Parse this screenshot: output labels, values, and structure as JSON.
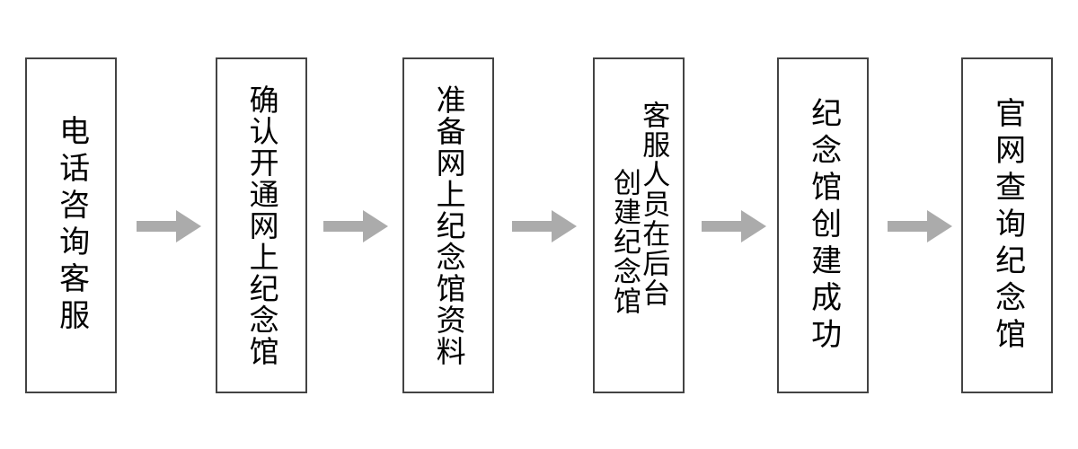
{
  "diagram": {
    "type": "flowchart",
    "orientation": "left-to-right",
    "title": "",
    "background_color": "#ffffff",
    "node_border_color": "#434343",
    "node_fill_color": "#ffffff",
    "arrow_color": "#ababab",
    "text_color": "#000000",
    "text_direction": "vertical-rl",
    "nodes": [
      {
        "id": "step-1",
        "order": 1,
        "text": "电话咨询客服",
        "columns": [
          "电话咨询客服"
        ],
        "char_count": 6
      },
      {
        "id": "step-2",
        "order": 2,
        "text": "确认开通网上纪念馆",
        "columns": [
          "确认开通网上纪念馆"
        ],
        "char_count": 9
      },
      {
        "id": "step-3",
        "order": 3,
        "text": "准备网上纪念馆资料",
        "columns": [
          "准备网上纪念馆资料"
        ],
        "char_count": 9
      },
      {
        "id": "step-4",
        "order": 4,
        "text": "客服人员在后台创建纪念馆",
        "columns": [
          "客服人员在后台",
          "创建纪念馆"
        ],
        "char_count": 12
      },
      {
        "id": "step-5",
        "order": 5,
        "text": "纪念馆创建成功",
        "columns": [
          "纪念馆创建成功"
        ],
        "char_count": 7
      },
      {
        "id": "step-6",
        "order": 6,
        "text": "官网查询纪念馆",
        "columns": [
          "官网查询纪念馆"
        ],
        "char_count": 7
      }
    ],
    "connectors": [
      {
        "id": "arrow-1",
        "from": "step-1",
        "to": "step-2",
        "shape": "block-arrow-right"
      },
      {
        "id": "arrow-2",
        "from": "step-2",
        "to": "step-3",
        "shape": "block-arrow-right"
      },
      {
        "id": "arrow-3",
        "from": "step-3",
        "to": "step-4",
        "shape": "block-arrow-right"
      },
      {
        "id": "arrow-4",
        "from": "step-4",
        "to": "step-5",
        "shape": "block-arrow-right"
      },
      {
        "id": "arrow-5",
        "from": "step-5",
        "to": "step-6",
        "shape": "block-arrow-right"
      }
    ]
  }
}
